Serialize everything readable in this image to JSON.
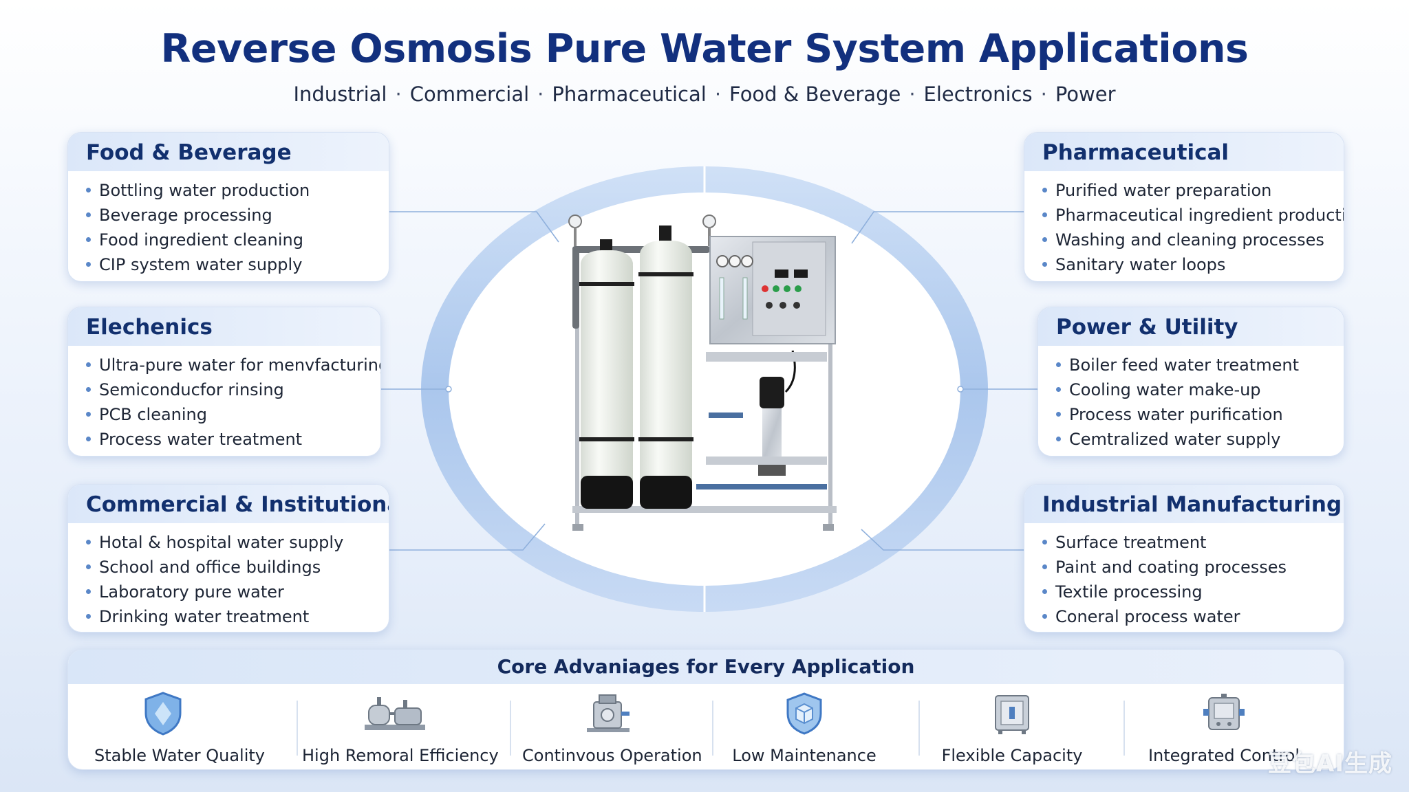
{
  "title": "Reverse Osmosis Pure Water System Applications",
  "subtitle": [
    "Industrial",
    "Commercial",
    "Pharmaceutical",
    "Food & Beverage",
    "Electronics",
    "Power"
  ],
  "subtitle_separator": "·",
  "cards": {
    "food": {
      "title": "Food & Beverage",
      "items": [
        "Bottling water production",
        "Beverage processing",
        "Food ingredient cleaning",
        "CIP system water supply"
      ]
    },
    "electronics": {
      "title": "Elechenics",
      "items": [
        "Ultra-pure water for menvfacturing",
        "Semiconducfor rinsing",
        "PCB cleaning",
        "Process water treatment"
      ]
    },
    "commercial": {
      "title": "Commercial & Institutional",
      "items": [
        "Hotal & hospital water supply",
        "School and office buildings",
        "Laboratory pure water",
        "Drinking water treatment"
      ]
    },
    "pharma": {
      "title": "Pharmaceutical",
      "items": [
        "Purified water preparation",
        "Pharmaceutical ingredient production",
        "Washing and cleaning processes",
        "Sanitary water loops"
      ]
    },
    "power": {
      "title": "Power & Utility",
      "items": [
        "Boiler feed water treatment",
        "Cooling water make-up",
        "Process water purification",
        "Cemtralized water supply"
      ]
    },
    "industrial": {
      "title": "Industrial Manufacturing",
      "items": [
        "Surface treatment",
        "Paint and coating processes",
        "Textile processing",
        "Coneral process water"
      ]
    }
  },
  "advantages": {
    "title": "Core Advaniages for Every Application",
    "items": [
      {
        "label": "Stable Water Quality",
        "icon": "shield-icon"
      },
      {
        "label": "High Remoral Efficiency",
        "icon": "machinery-icon"
      },
      {
        "label": "Continvous Operation",
        "icon": "pump-unit-icon"
      },
      {
        "label": "Low Maintenance",
        "icon": "cube-shield-icon"
      },
      {
        "label": "Flexible Capacity",
        "icon": "tank-icon"
      },
      {
        "label": "Integrated Control",
        "icon": "control-cabinet-icon"
      }
    ]
  },
  "watermark": "豆包AI生成",
  "colors": {
    "title": "#12307e",
    "accent": "#5a87c8",
    "ring": "#a9c6ec"
  }
}
